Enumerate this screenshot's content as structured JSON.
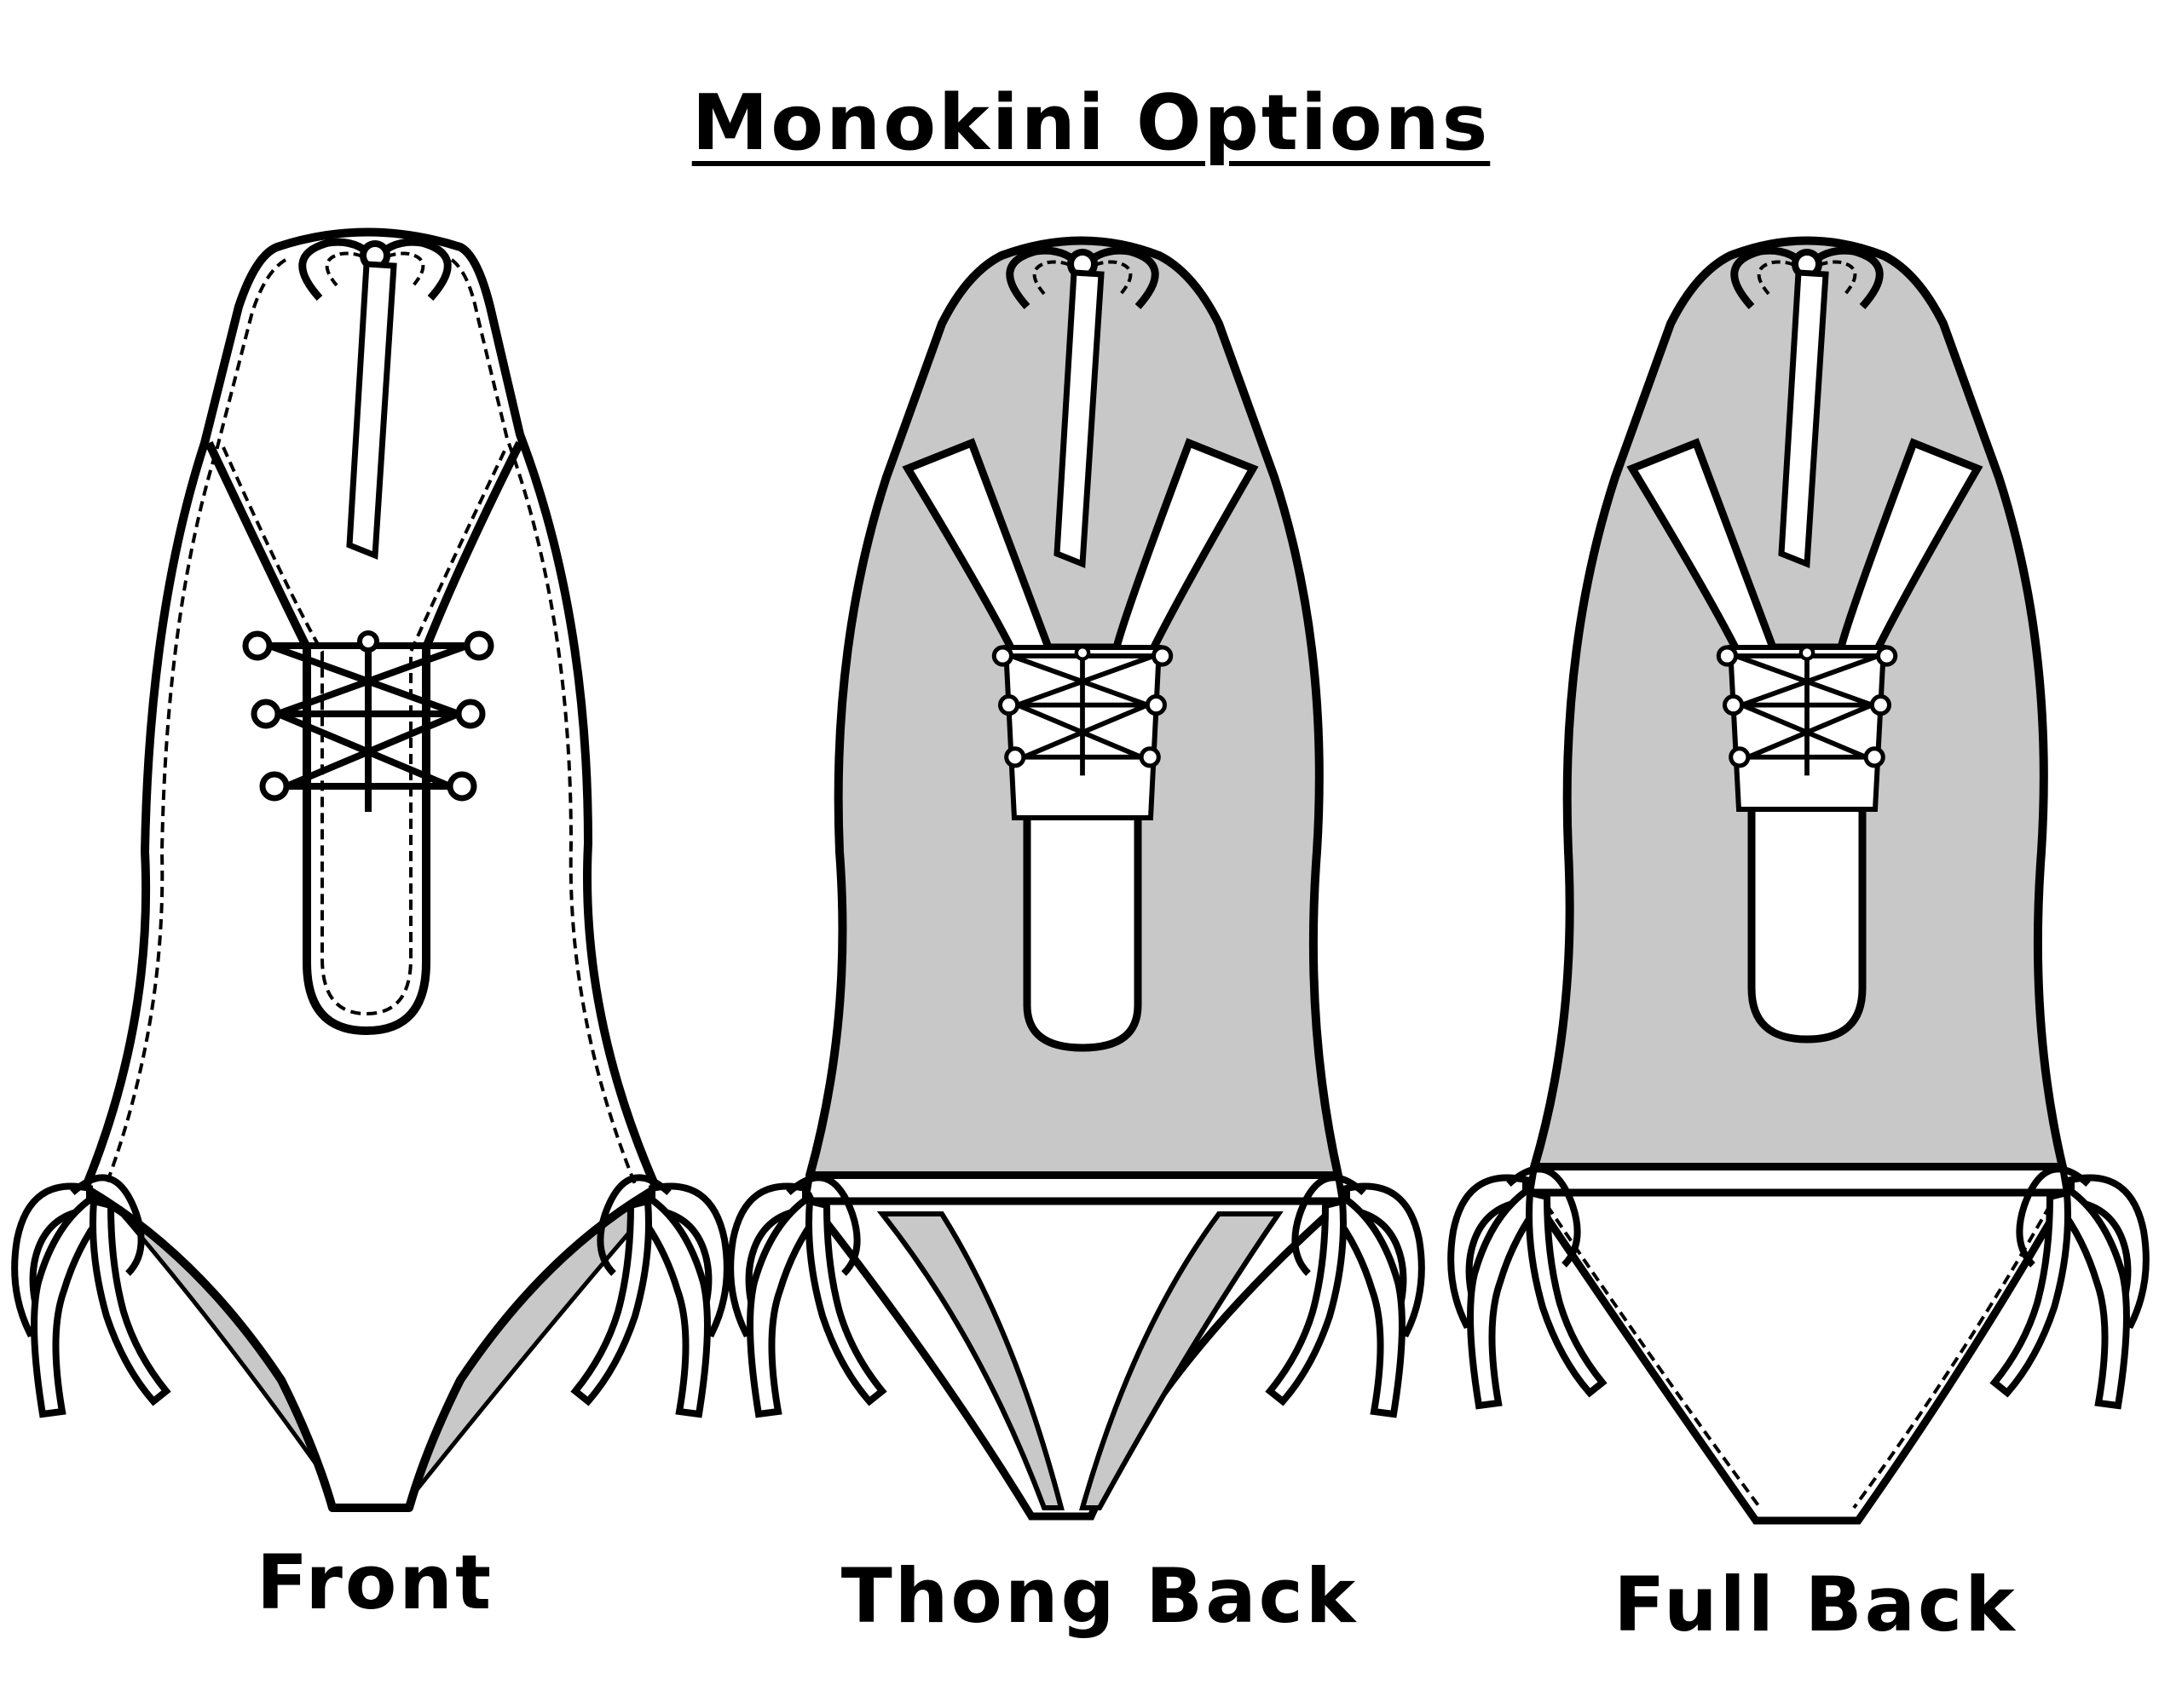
{
  "title": "Monokini Options",
  "views": [
    {
      "id": "front",
      "label": "Front"
    },
    {
      "id": "thong-back",
      "label": "Thong Back"
    },
    {
      "id": "full-back",
      "label": "Full Back"
    }
  ],
  "colors": {
    "outline": "#000000",
    "fabric_back": "#c8c8c8",
    "fabric_front": "#ffffff",
    "background": "#ffffff"
  }
}
